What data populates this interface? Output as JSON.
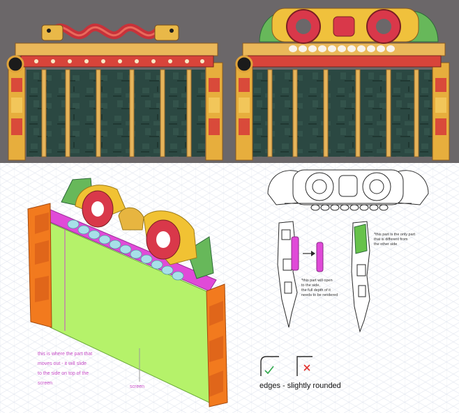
{
  "annotations": {
    "moves_out_lines": [
      "this is where the part that",
      "moves out - it will slide",
      "to the side on top of the",
      "screen"
    ],
    "screen_label": "screen",
    "opens_lines": [
      "*this part will open",
      "to the side,",
      "the full depth of it",
      "needs to be rendered"
    ],
    "only_part_lines": [
      "*this part is the only part",
      "that is different from",
      "the other side"
    ],
    "edges_label": "edges - slightly rounded"
  },
  "colors": {
    "top_background": "#6b6769",
    "grid_line": "#dfe4ee",
    "screen_green": "#b5f26a",
    "magenta": "#e04ad8",
    "orange": "#f27a1e",
    "red_ring": "#d9384a",
    "gold": "#f1c233",
    "jade": "#67b85a",
    "pillar_green": "#2d4a44",
    "note_pink": "#c74dc7",
    "check_green": "#2ea84a",
    "cross_red": "#e0302c"
  },
  "icons": {
    "good_edge": "check-icon",
    "bad_edge": "cross-icon"
  }
}
